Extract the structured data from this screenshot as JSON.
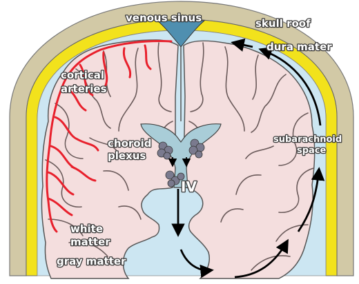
{
  "labels": {
    "venous_sinus": "venous sinus",
    "skull_roof": "skull roof",
    "dura_mater": "dura mater",
    "cortical": "cortical",
    "arteries": "arteries",
    "choroid": "choroid",
    "plexus": "plexus",
    "subarachnoid": "subarachnoid",
    "space": "space",
    "ventricle": "IV",
    "white": "white",
    "matter": "matter",
    "gray_matter": "gray matter"
  },
  "colors": {
    "skull": "#d2c9a6",
    "dura": "#f2e21c",
    "csf_space": "#cce6f2",
    "brain": "#f4dede",
    "ventricle": "#a9cdd8",
    "artery": "#e8202c",
    "plexus": "#7a7a8e",
    "arrow": "#000000"
  }
}
